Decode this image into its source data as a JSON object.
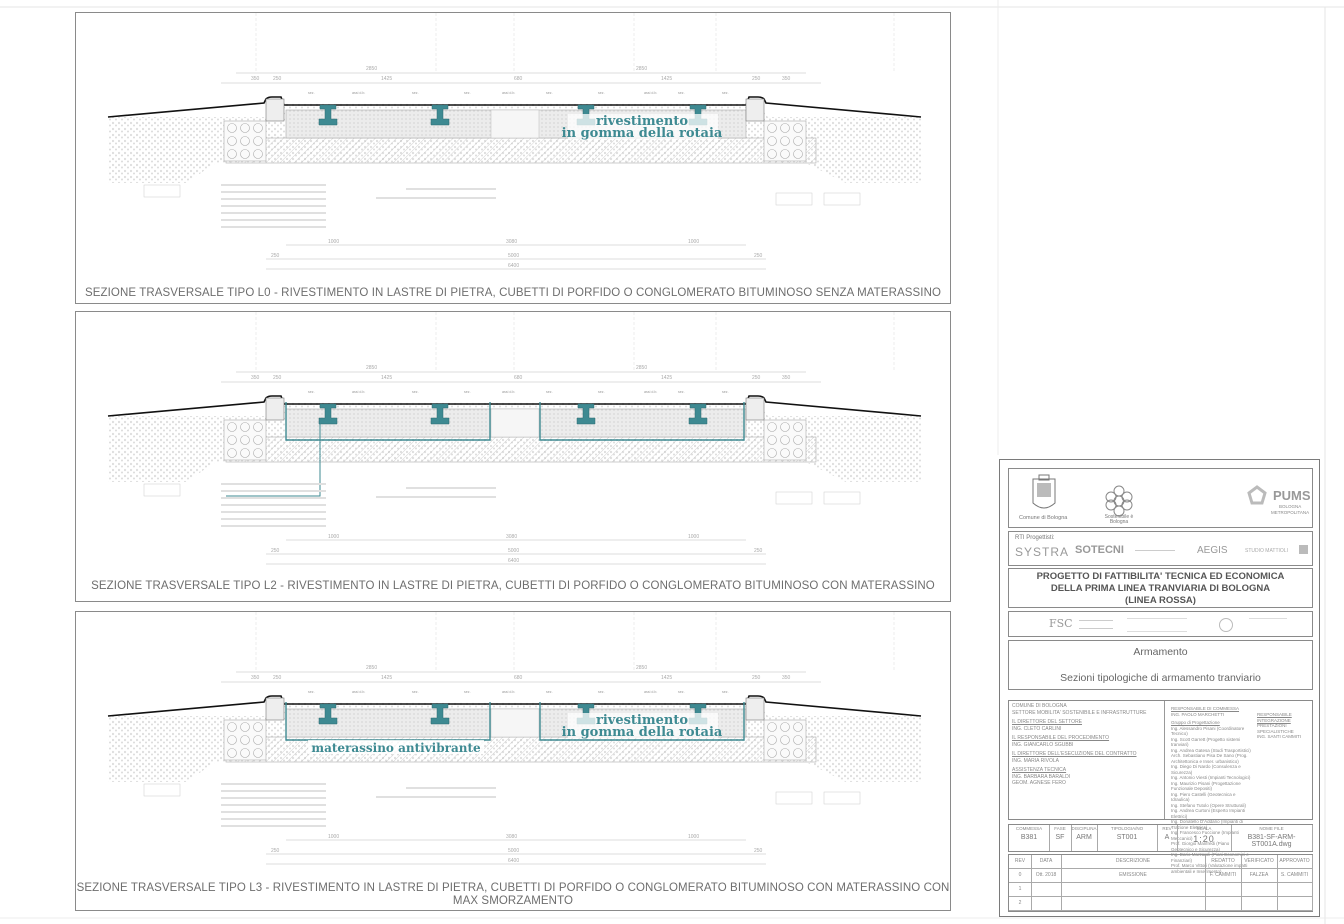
{
  "sections": [
    {
      "title": "SEZIONE TRASVERSALE TIPO L0 - RIVESTIMENTO IN LASTRE DI PIETRA, CUBETTI DI PORFIDO O CONGLOMERATO BITUMINOSO SENZA MATERASSINO",
      "annotations": {
        "rail_line1": "rivestimento",
        "rail_line2": "in gomma della rotaia"
      }
    },
    {
      "title": "SEZIONE TRASVERSALE TIPO L2 - RIVESTIMENTO IN LASTRE DI PIETRA, CUBETTI DI PORFIDO O CONGLOMERATO BITUMINOSO CON MATERASSINO"
    },
    {
      "title_line1": "SEZIONE TRASVERSALE TIPO L3 - RIVESTIMENTO IN LASTRE DI PIETRA, CUBETTI DI PORFIDO O CONGLOMERATO BITUMINOSO CON MATERASSINO CON",
      "title_line2": "MAX SMORZAMENTO",
      "annotations": {
        "rail_line1": "rivestimento",
        "rail_line2": "in gomma della rotaia",
        "mat": "materassino antivibrante"
      }
    }
  ],
  "dimensions": {
    "top": [
      "350",
      "250",
      "2850",
      "1425",
      "680",
      "2850",
      "1425",
      "250",
      "350"
    ],
    "bottom": [
      "1000",
      "3080",
      "1000",
      "250",
      "5000",
      "250",
      "6400"
    ]
  },
  "titleblock": {
    "logos": {
      "comune": "Comune di Bologna",
      "sostenibile": "Sostenibile è Bologna",
      "pums": "PUMS",
      "pums_sub1": "BOLOGNA",
      "pums_sub2": "METROPOLITANA"
    },
    "rti_label": "RTI Progettisti:",
    "firms": [
      "SYSTRA",
      "SOTECNI",
      "AEGIS",
      "STUDIO MATTIOLI"
    ],
    "project_line1": "PROGETTO DI FATTIBILITA' TECNICA ED ECONOMICA",
    "project_line2": "DELLA PRIMA LINEA TRANVIARIA DI BOLOGNA",
    "project_line3": "(LINEA ROSSA)",
    "fsc": "FSC",
    "subject": "Armamento",
    "subtitle": "Sezioni tipologiche di armamento tranviario",
    "client_lines": [
      "COMUNE DI BOLOGNA",
      "SETTORE MOBILITA' SOSTENIBILE E INFRASTRUTTURE",
      "IL DIRETTORE DEL SETTORE",
      "ING. CLETO CARLINI",
      "IL RESPONSABILE DEL PROCEDIMENTO",
      "ING. GIANCARLO SGUBBI",
      "IL DIRETTORE DELL'ESECUZIONE DEL CONTRATTO",
      "ING. MARIA RIVOLA",
      "ASSISTENZA TECNICA",
      "ING. BARBARA BARALDI",
      "GEOM. AGNESE FERO"
    ],
    "design_lines": [
      "RESPONSABILE DI COMMESSA",
      "ING. PAOLO MARCHETTI",
      "Gruppo di Progettazione",
      "Ing. Alessandro Pisani (Coordinatore Tecnico)",
      "Ing. Scott Garrett (Progetto sistemi tranviari)",
      "Ing. Andrea Gatesa (Studi Trasportistici)",
      "Arch. Sebastiano Pisa De Sano (Prog. Architettonica e Inser. urbanistico)",
      "Ing. Diego Di Nardo (Consulenza e Sicurezza)",
      "Ing. Antonio Viesti (Impianti Tecnologici)",
      "Ing. Maurizio Pisani (Progettazione Funzionale Depositi)",
      "Ing. Piero Castelli (Geotecnica e Idraulica)",
      "Ing. Stefano Tutolo (Opere Strutturali)",
      "Ing. Andrea Curtoni (Esperto Impianti Elettrici)",
      "Ing. Donatello D'Addario (Impianti di Trazione Elettrica)",
      "Ing. Francesco Fuccione (Impianti Meccanici)",
      "Prof. Giorgio Manfredi (Piano Geotecnico e Sicurezza)",
      "Ing. Dario Marzaroli (Piani Economici e Finanziari)",
      "Prof. Marco Vittori (Valutazione impatti ambientali e Inserimento)"
    ],
    "resp_integration": [
      "RESPONSABILE INTEGRAZIONE",
      "PRESTAZIONI SPECIALISTICHE",
      "ING. SANTI CAMMITI"
    ],
    "code_headers": [
      "COMMESSA",
      "FASE",
      "DISCIPLINA",
      "TIPOLOGIA/NO",
      "REV",
      "SCALA",
      "NOME FILE"
    ],
    "code_values": [
      "B381",
      "SF",
      "ARM",
      "ST001",
      "A",
      "1:20",
      "B381-SF-ARM-ST001A.dwg"
    ],
    "rev_headers": [
      "REV",
      "DATA",
      "DESCRIZIONE",
      "REDATTO",
      "VERIFICATO",
      "APPROVATO"
    ],
    "rev_rows": [
      [
        "0",
        "Ott. 2018",
        "EMISSIONE",
        "F. CAMMITI",
        "FALZEA",
        "S. CAMMITI"
      ],
      [
        "1",
        "",
        "",
        "",
        "",
        ""
      ],
      [
        "2",
        "",
        "",
        "",
        "",
        ""
      ]
    ]
  }
}
